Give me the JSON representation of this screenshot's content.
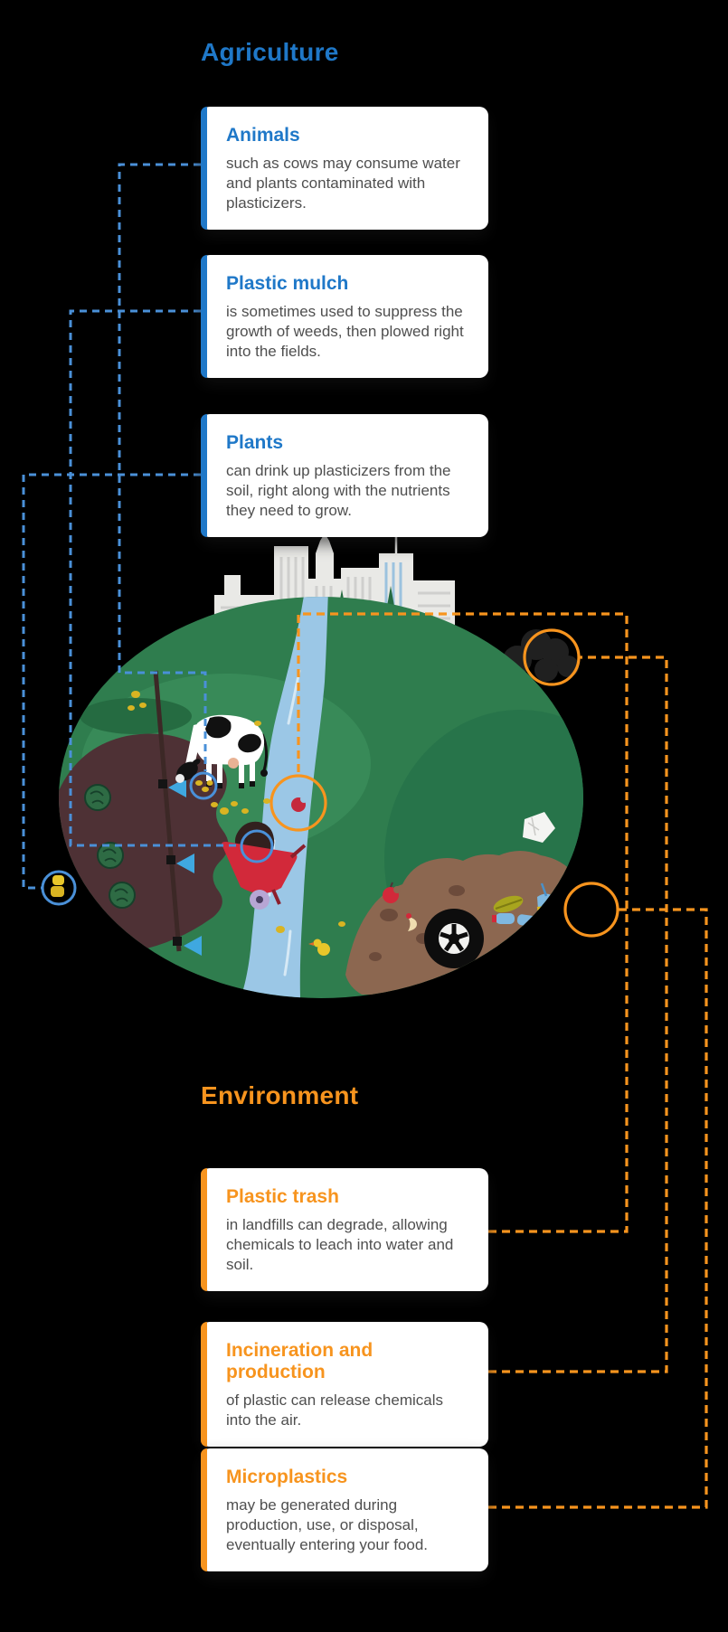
{
  "colors": {
    "background": "#000000",
    "blue": "#1F78C8",
    "blue_dash": "#4A90D8",
    "orange": "#F7941E",
    "body_text": "#4F4F4F",
    "card_bg": "#FFFFFF"
  },
  "agriculture": {
    "heading": "Agriculture",
    "cards": [
      {
        "title": "Animals",
        "body": "such as cows may consume water and plants contaminated with plasticizers."
      },
      {
        "title": "Plastic mulch",
        "body": "is sometimes used to suppress the growth of weeds, then plowed right into the fields."
      },
      {
        "title": "Plants",
        "body": "can drink up plasticizers from the soil, right along with the nutrients they need to grow."
      }
    ]
  },
  "environment": {
    "heading": "Environment",
    "cards": [
      {
        "title": "Plastic trash",
        "body": "in landfills can degrade, allowing chemicals to leach into water and soil."
      },
      {
        "title": "Incineration and production",
        "body": "of plastic can release chemicals into the air."
      },
      {
        "title": "Microplastics",
        "body": "may be generated during production, use, or disposal, eventually entering your food."
      }
    ]
  },
  "illustration": {
    "highlights": {
      "blue": [
        "cow-grazing-pellets",
        "wheelbarrow-soil-mound",
        "soil-plastic-pellets"
      ],
      "orange": [
        "river-floating-plastic",
        "factory-smoke",
        "landfill-plastic-shards"
      ]
    },
    "scene_icons": [
      "city-skyline-icon",
      "pine-trees-icon",
      "factory-icon",
      "smokestack-icon",
      "smoke-cloud-icon",
      "field-oval",
      "tilled-soil",
      "cabbage-icon",
      "fence-flag-icon",
      "cow-icon",
      "river",
      "wheelbarrow-icon",
      "landfill-pile",
      "tire-icon",
      "plastic-bottle-icon",
      "plastic-shards-icon",
      "crumpled-paper-icon",
      "leaf-icon",
      "apple-icon",
      "duck-icon"
    ]
  }
}
